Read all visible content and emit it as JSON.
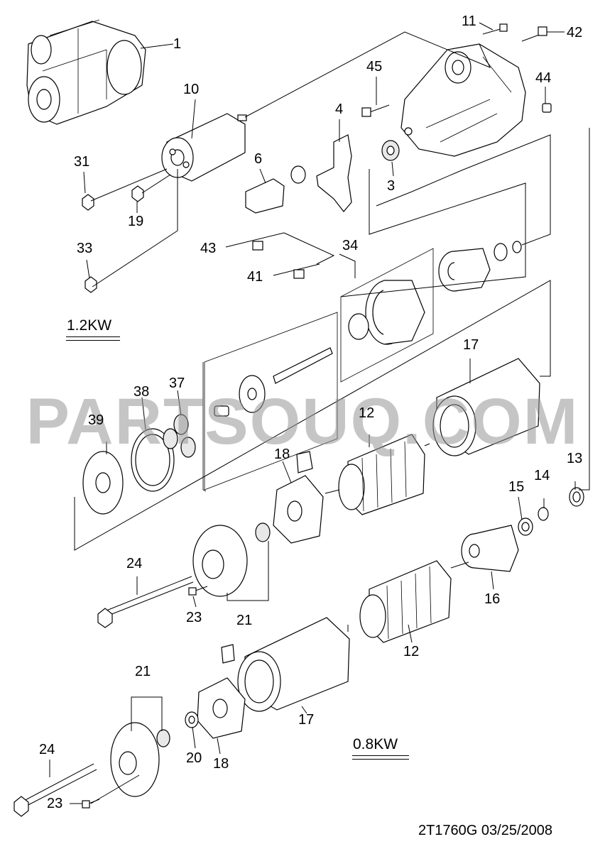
{
  "watermark": "PARTSOUQ.COM",
  "power_top": "1.2KW",
  "power_bottom": "0.8KW",
  "footer": "2T1760G  03/25/2008",
  "labels": {
    "p1": "1",
    "p10": "10",
    "p11": "11",
    "p42": "42",
    "p45": "45",
    "p44": "44",
    "p4": "4",
    "p6": "6",
    "p3": "3",
    "p31": "31",
    "p19": "19",
    "p33": "33",
    "p43": "43",
    "p34": "34",
    "p41": "41",
    "p17a": "17",
    "p38": "38",
    "p37": "37",
    "p39": "39",
    "p12a": "12",
    "p18a": "18",
    "p13": "13",
    "p15": "15",
    "p14": "14",
    "p24a": "24",
    "p16": "16",
    "p23a": "23",
    "p21a": "21",
    "p12b": "12",
    "p21b": "21",
    "p17b": "17",
    "p24b": "24",
    "p20": "20",
    "p18b": "18",
    "p23b": "23"
  }
}
